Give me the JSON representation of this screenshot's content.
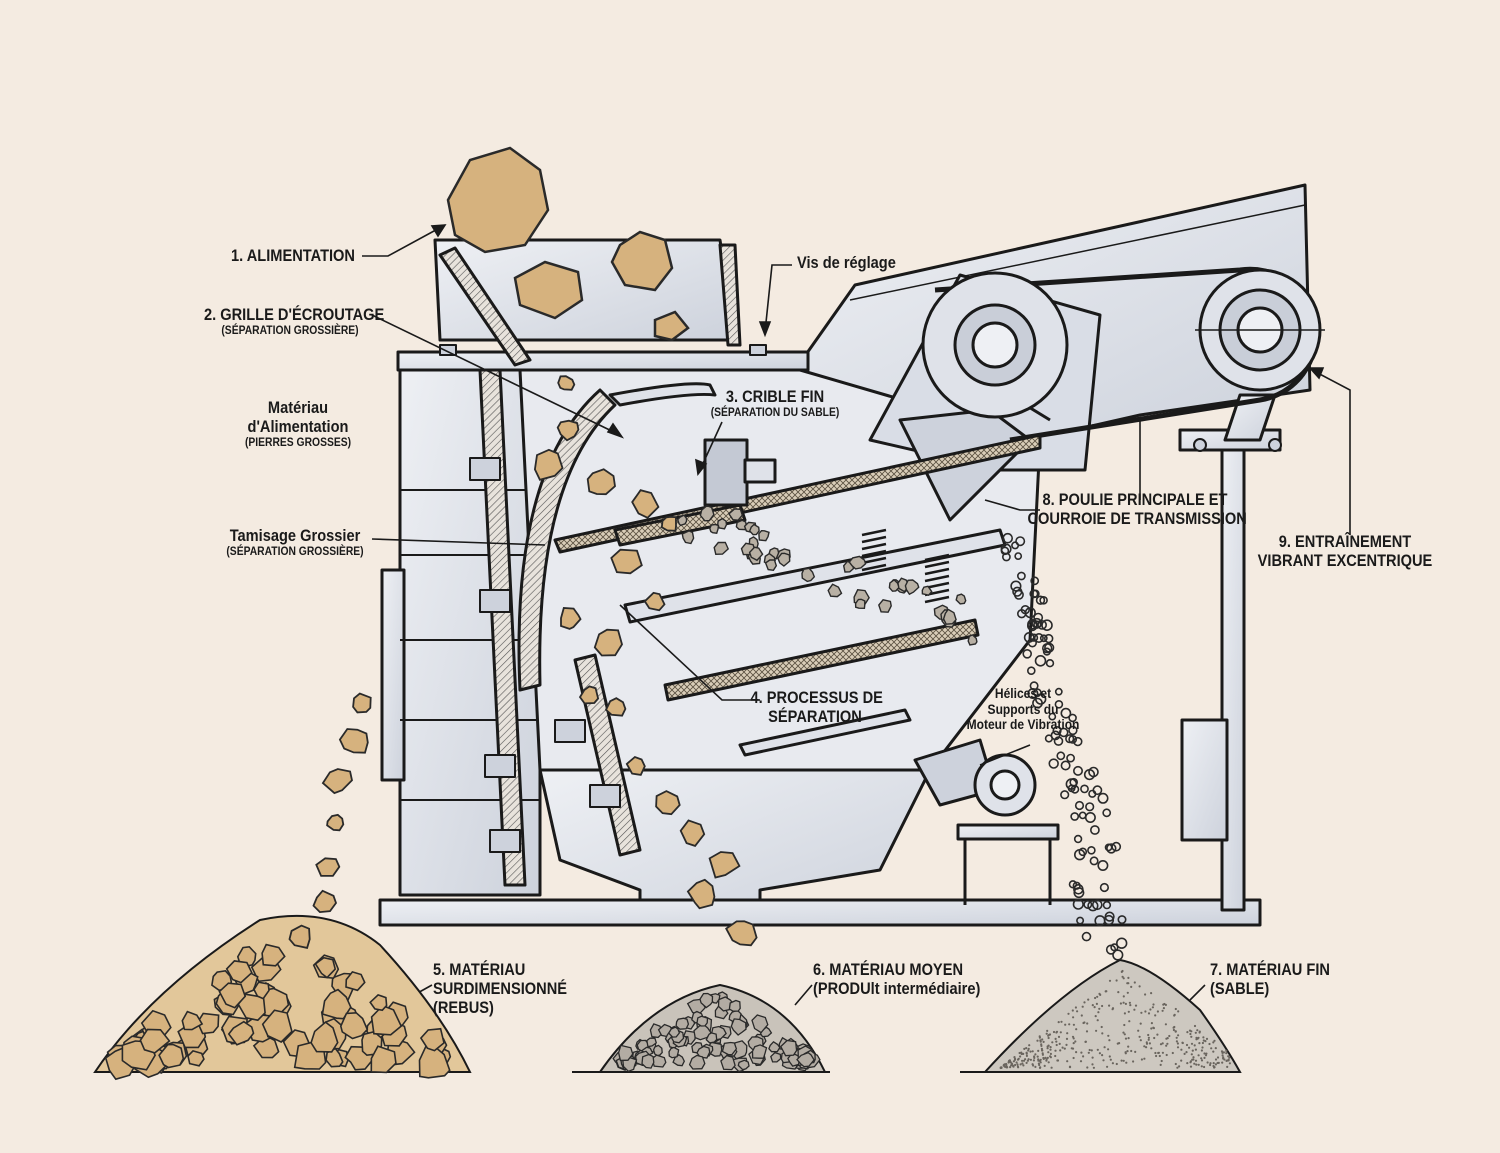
{
  "colors": {
    "background": "#f4ebe1",
    "metal": "#e3e5ea",
    "metal_shade": "#c4c9d4",
    "ink": "#1a1a1a",
    "rock": "#d6b27e",
    "rock_dark": "#9a7a52",
    "gravel": "#b3aca3",
    "sand": "#cdc8c0"
  },
  "labels": {
    "feed": {
      "main": "1. ALIMENTATION"
    },
    "adjust_screw": {
      "main": "Vis de réglage"
    },
    "scalping_grid": {
      "main": "2. GRILLE D'ÉCROUTAGE",
      "sub": "(SÉPARATION GROSSIÈRE)"
    },
    "feed_material": {
      "line1": "Matériau",
      "line2": "d'Alimentation",
      "sub": "(PIERRES GROSSES)"
    },
    "fine_screen": {
      "main": "3. CRIBLE FIN",
      "sub": "(SÉPARATION DU SABLE)"
    },
    "coarse_screening": {
      "main": "Tamisage Grossier",
      "sub": "(SÉPARATION GROSSIÈRE)"
    },
    "separation_process": {
      "line1": "4. PROCESSUS DE",
      "line2": "SÉPARATION"
    },
    "springs": {
      "line1": "Hélices et",
      "line2": "Supports du",
      "line3": "Moteur de Vibration"
    },
    "pulley_belt": {
      "line1": "8. POULIE PRINCIPALE ET",
      "line2": "COURROIE DE TRANSMISSION"
    },
    "eccentric_drive": {
      "line1": "9. ENTRAÎNEMENT",
      "line2": "VIBRANT EXCENTRIQUE"
    },
    "oversize": {
      "line1": "5. MATÉRIAU",
      "line2": "SURDIMENSIONNÉ",
      "line3": "(REBUS)"
    },
    "medium": {
      "line1": "6. MATÉRIAU MOYEN",
      "line2": "(PRODUlt intermédiaire)"
    },
    "fine": {
      "line1": "7. MATÉRIAU FIN",
      "line2": "(SABLE)"
    }
  }
}
